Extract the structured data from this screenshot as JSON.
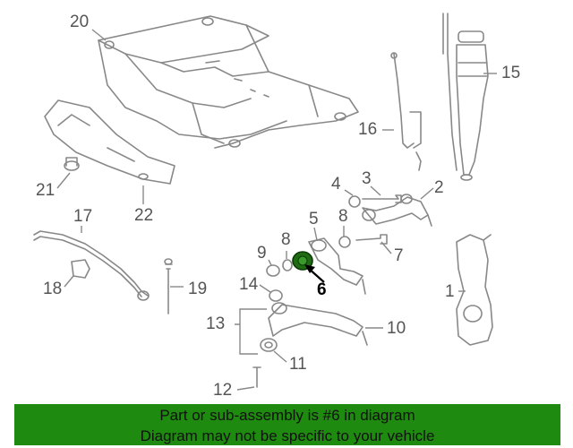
{
  "diagram": {
    "highlighted_part": "6",
    "callouts": {
      "c1": "1",
      "c2": "2",
      "c3": "3",
      "c4": "4",
      "c5": "5",
      "c6": "6",
      "c7": "7",
      "c8a": "8",
      "c8b": "8",
      "c9": "9",
      "c10": "10",
      "c11": "11",
      "c12": "12",
      "c13": "13",
      "c14": "14",
      "c15": "15",
      "c16": "16",
      "c17": "17",
      "c18": "18",
      "c19": "19",
      "c20": "20",
      "c21": "21",
      "c22": "22"
    },
    "colors": {
      "line": "#888888",
      "highlight_part": "#1f6b12",
      "banner": "#1e8a0f"
    }
  },
  "banner": {
    "line1": "Part or sub-assembly is #6 in diagram",
    "line2": "Diagram may not be specific to your vehicle"
  }
}
